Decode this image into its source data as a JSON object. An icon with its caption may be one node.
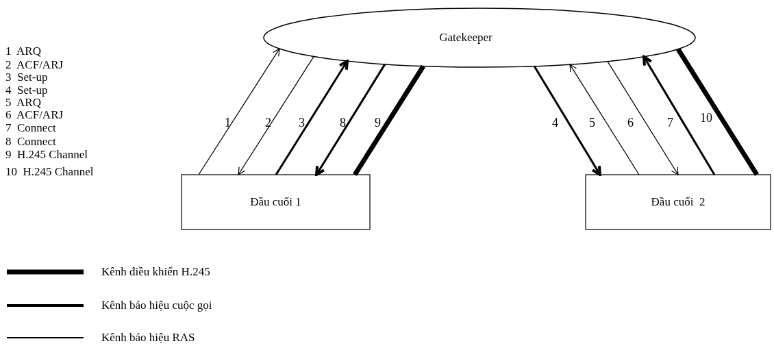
{
  "diagram": {
    "nodes": [
      {
        "text": [
          "Gatekeeper"
        ]
      },
      {
        "text": [
          "Đầu cuối 1"
        ]
      },
      {
        "text": [
          "Đầu cuối  2"
        ]
      }
    ],
    "edges": [
      {
        "from": 1,
        "to": 0,
        "arrow": "to",
        "label": "1"
      },
      {
        "from": 0,
        "to": 1,
        "arrow": "to",
        "label": "2"
      },
      {
        "from": 1,
        "to": 0,
        "arrow": "to",
        "label": "3"
      },
      {
        "from": 0,
        "to": 1,
        "arrow": "to",
        "label": "8"
      },
      {
        "from": 1,
        "to": 0,
        "arrow": "none",
        "label": "9",
        "style": "thick"
      },
      {
        "from": 0,
        "to": 2,
        "arrow": "to",
        "label": "4"
      },
      {
        "from": 2,
        "to": 0,
        "arrow": "to",
        "label": "5"
      },
      {
        "from": 0,
        "to": 2,
        "arrow": "to",
        "label": "6"
      },
      {
        "from": 2,
        "to": 0,
        "arrow": "to",
        "label": "7"
      },
      {
        "from": 2,
        "to": 0,
        "arrow": "none",
        "label": "10",
        "style": "thick"
      }
    ],
    "labels": [
      "1  ARQ",
      "2  ACF/ARJ",
      "3  Set-up",
      "4  Set-up",
      "5  ARQ",
      "6  ACF/ARJ",
      "7  Connect",
      "8  Connect",
      "9  H.245 Channel",
      "10  H.245 Channel"
    ],
    "legend": [
      {
        "text": "Kênh điều khiển H.245"
      },
      {
        "text": "Kênh báo hiệu cuộc gọi"
      },
      {
        "text": "Kênh báo hiệu RAS"
      }
    ]
  }
}
